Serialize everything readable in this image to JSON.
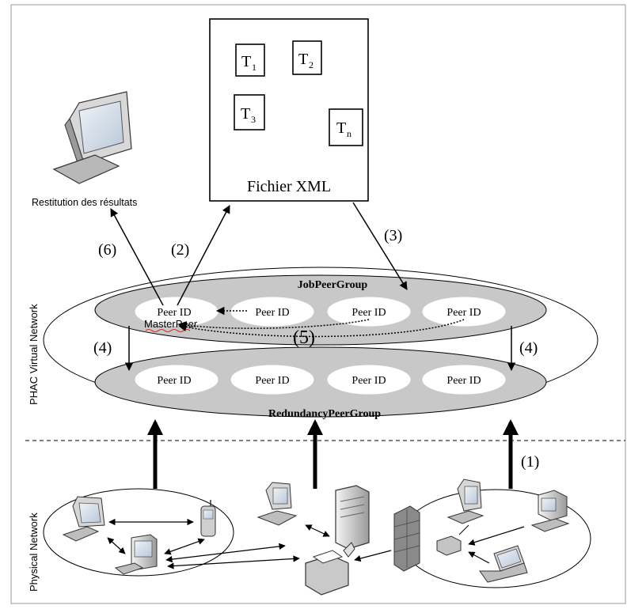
{
  "xml_box": {
    "title": "Fichier XML",
    "tasks": [
      {
        "base": "T",
        "sub": "1"
      },
      {
        "base": "T",
        "sub": "2"
      },
      {
        "base": "T",
        "sub": "3"
      },
      {
        "base": "T",
        "sub": "n"
      }
    ]
  },
  "monitor_label": "Restitution des résultats",
  "virtual_network": {
    "side_label": "PHAC Virtual Network",
    "job_group_label": "JobPeerGroup",
    "redundancy_group_label": "RedundancyPeerGroup",
    "job_peers": [
      "Peer ID",
      "Peer ID",
      "Peer ID",
      "Peer ID"
    ],
    "redundancy_peers": [
      "Peer ID",
      "Peer ID",
      "Peer ID",
      "Peer ID"
    ],
    "master_label": "MasterPeer"
  },
  "physical_network": {
    "side_label": "Physical Network"
  },
  "steps": {
    "s1": "(1)",
    "s2": "(2)",
    "s3": "(3)",
    "s4_left": "(4)",
    "s4_right": "(4)",
    "s5": "(5)",
    "s6": "(6)"
  }
}
